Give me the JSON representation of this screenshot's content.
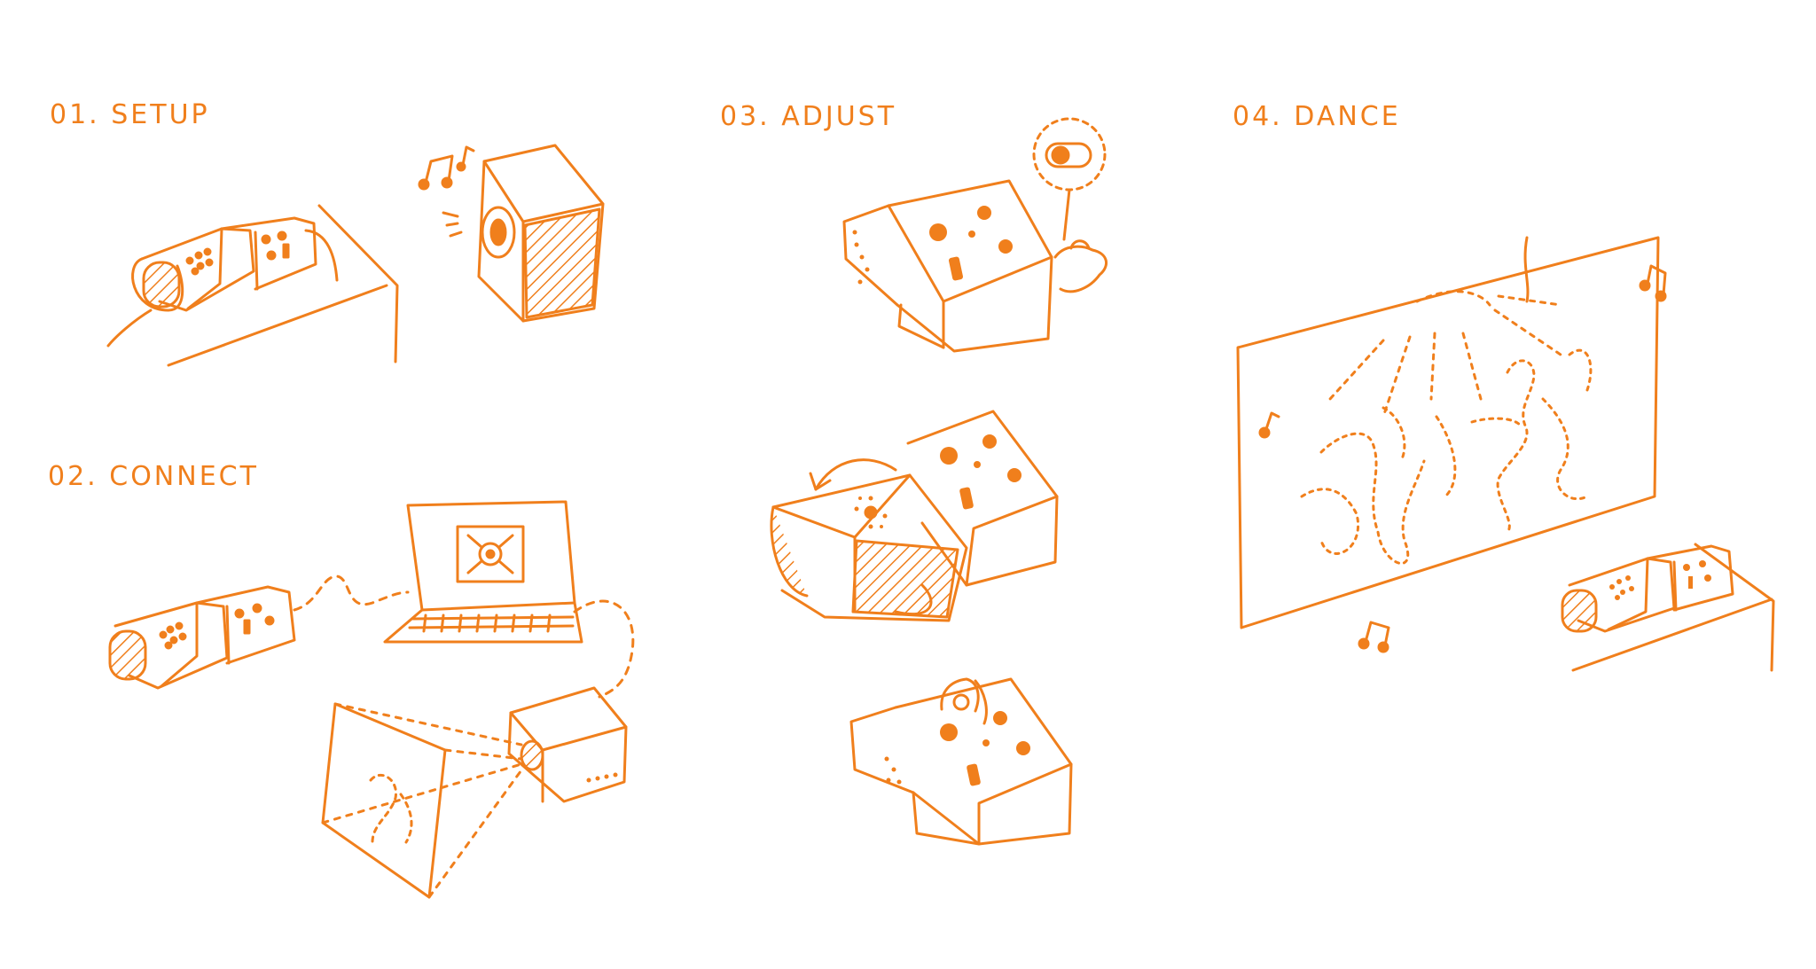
{
  "steps": [
    {
      "label": "01. SETUP"
    },
    {
      "label": "02. CONNECT"
    },
    {
      "label": "03. ADJUST"
    },
    {
      "label": "04. DANCE"
    }
  ],
  "ink_color": "#f07f1c"
}
